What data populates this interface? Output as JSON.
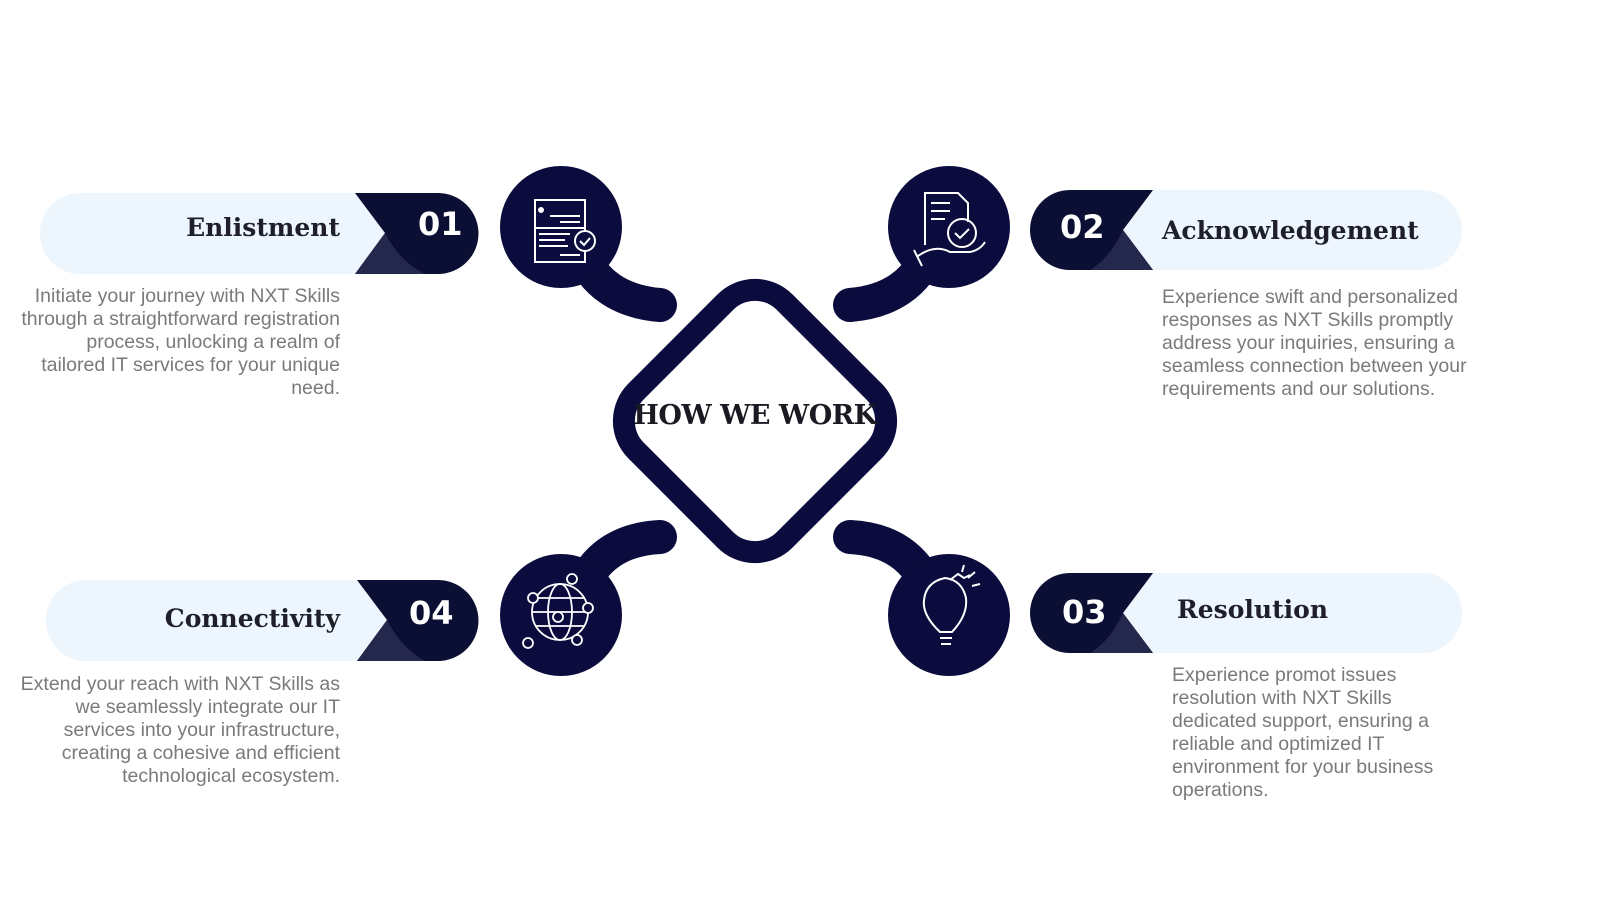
{
  "center_title": "HOW WE WORK",
  "colors": {
    "navy": "#0b0c3d",
    "dark_badge": "#0b0f33",
    "badge_shade": "#25284d",
    "pill": "#eef6fd",
    "text_gray": "#7a7a7a"
  },
  "steps": [
    {
      "number": "01",
      "title": "Enlistment",
      "icon": "document-check-icon",
      "description": "Initiate your journey with NXT Skills through a straightforward registration process, unlocking a realm of tailored IT services for your unique need."
    },
    {
      "number": "02",
      "title": "Acknowledgement",
      "icon": "hand-document-check-icon",
      "description": "Experience swift and personalized responses as NXT Skills promptly address your inquiries, ensuring a seamless connection between your requirements and our solutions."
    },
    {
      "number": "03",
      "title": "Resolution",
      "icon": "lightbulb-puzzle-icon",
      "description": "Experience promot issues resolution with NXT Skills dedicated support, ensuring a reliable and optimized IT environment for your business operations."
    },
    {
      "number": "04",
      "title": "Connectivity",
      "icon": "globe-network-icon",
      "description": "Extend your reach with NXT Skills as we seamlessly integrate our IT services into your infrastructure, creating a cohesive and efficient technological ecosystem."
    }
  ]
}
